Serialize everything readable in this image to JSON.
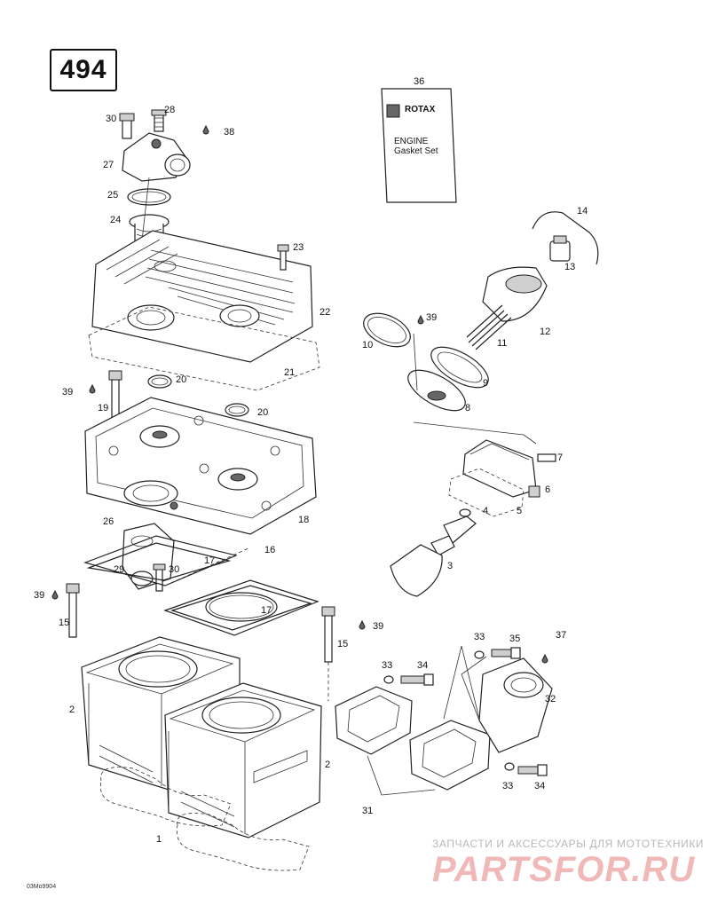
{
  "page_number": "494",
  "doc_code": "03Mo9904",
  "gasket_set": {
    "brand": "ROTAX",
    "line1": "ENGINE",
    "line2": "Gasket Set"
  },
  "callouts": {
    "n1": "1",
    "n2a": "2",
    "n2b": "2",
    "n3": "3",
    "n4": "4",
    "n5": "5",
    "n6": "6",
    "n7": "7",
    "n8": "8",
    "n9": "9",
    "n10": "10",
    "n11": "11",
    "n12": "12",
    "n13": "13",
    "n14": "14",
    "n15a": "15",
    "n15b": "15",
    "n16": "16",
    "n17a": "17",
    "n17b": "17",
    "n18": "18",
    "n19": "19",
    "n20a": "20",
    "n20b": "20",
    "n21": "21",
    "n22": "22",
    "n23": "23",
    "n24": "24",
    "n25": "25",
    "n26": "26",
    "n27": "27",
    "n28": "28",
    "n29": "29",
    "n30a": "30",
    "n30b": "30",
    "n31": "31",
    "n32": "32",
    "n33a": "33",
    "n33b": "33",
    "n33c": "33",
    "n34a": "34",
    "n34b": "34",
    "n35": "35",
    "n36": "36",
    "n37": "37",
    "n38": "38",
    "n39a": "39",
    "n39b": "39",
    "n39c": "39",
    "n39d": "39"
  },
  "watermark": {
    "tagline": "ЗАПЧАСТИ И АКСЕССУАРЫ ДЛЯ МОТОТЕХНИКИ",
    "logo": "PARTSFOR.RU"
  },
  "colors": {
    "line": "#222222",
    "watermark_red": "#f1b8b8",
    "watermark_gray": "#b8b8b8"
  }
}
